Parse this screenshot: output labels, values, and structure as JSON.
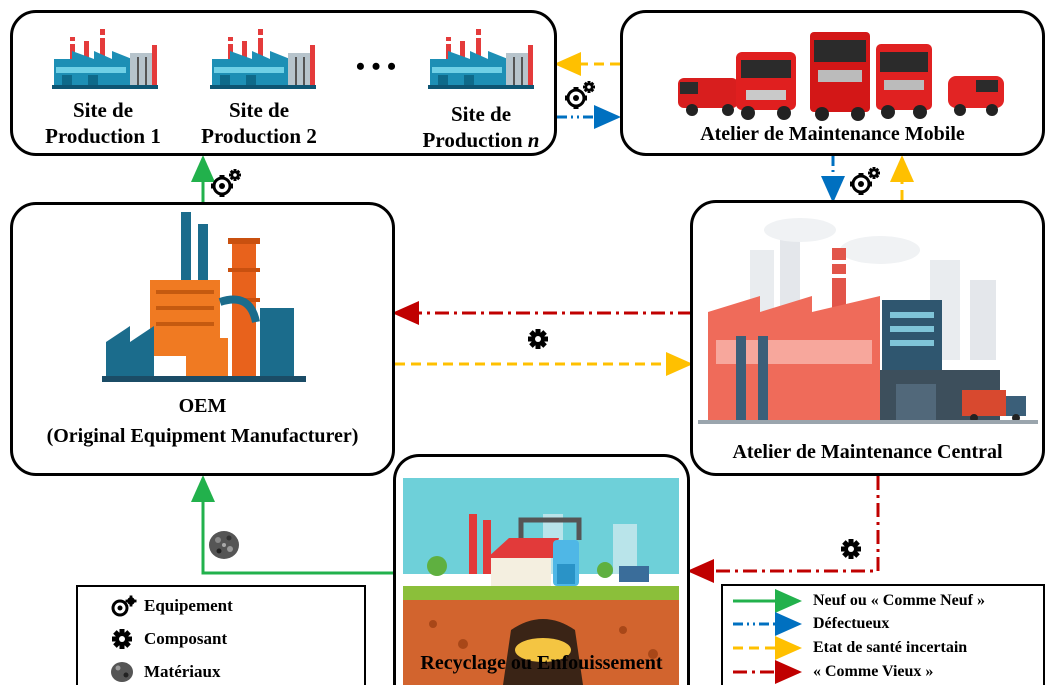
{
  "nodes": {
    "site1": {
      "line1": "Site de",
      "line2": "Production 1"
    },
    "site2": {
      "line1": "Site de",
      "line2": "Production 2"
    },
    "siten": {
      "line1": "Site de",
      "line2": "Production ",
      "index": "n"
    },
    "ellipsis": "• • •",
    "mobile": {
      "label": "Atelier de Maintenance Mobile"
    },
    "oem": {
      "line1": "OEM",
      "line2": "(Original Equipment Manufacturer)"
    },
    "central": {
      "label": "Atelier de Maintenance Central"
    },
    "recycle": {
      "label": "Recyclage ou Enfouissement"
    }
  },
  "legend_items": {
    "equipment": "Equipement",
    "component": "Composant",
    "materials": "Matériaux"
  },
  "legend_flows": [
    {
      "label": "Neuf ou « Comme Neuf »",
      "color": "#22b14c",
      "style": "solid"
    },
    {
      "label": "Défectueux",
      "color": "#0070c0",
      "style": "dashdotdot"
    },
    {
      "label": "Etat de santé incertain",
      "color": "#ffc000",
      "style": "dashed"
    },
    {
      "label": "« Comme Vieux »",
      "color": "#c00000",
      "style": "dashdot"
    }
  ],
  "colors": {
    "green": "#22b14c",
    "blue": "#0070c0",
    "yellow": "#ffc000",
    "red": "#c00000"
  }
}
